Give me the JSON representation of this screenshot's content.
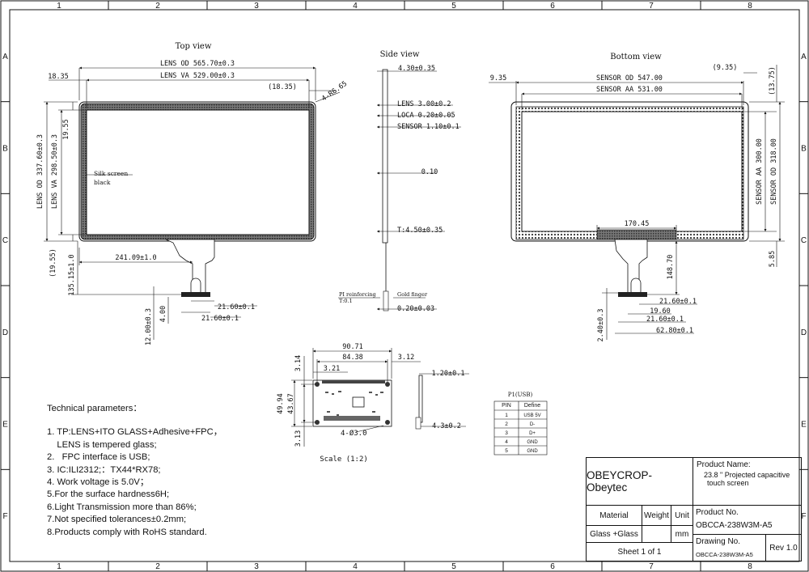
{
  "frame": {
    "col_numbers": [
      "1",
      "2",
      "3",
      "4",
      "5",
      "6",
      "7",
      "8"
    ],
    "row_letters": [
      "A",
      "B",
      "C",
      "D",
      "E",
      "F"
    ]
  },
  "top_view": {
    "title": "Top view",
    "lens_od": "LENS OD 565.70±0.3",
    "lens_va": "LENS VA 529.00±0.3",
    "left_margin": "18.35",
    "right_margin": "(18.35)",
    "radius": "4-R6.65",
    "height_od": "LENS OD 337.60±0.3",
    "height_va": "LENS VA 298.50±0.3",
    "top_margin": "19.55",
    "bottom_margin": "(19.55)",
    "silk_screen": "Silk screen",
    "silk_color": "black",
    "fpc_offset": "241.09±1.0",
    "fpc_length": "135.15±1.0",
    "fpc_width_a": "21.60±0.1",
    "fpc_width_b": "21.60±0.1",
    "fpc_h1": "4.00",
    "fpc_h2": "12.00±0.3"
  },
  "side_view": {
    "title": "Side view",
    "total": "4.30±0.35",
    "lens": "LENS 3.00±0.2",
    "loca": "LOCA 0.20±0.05",
    "sensor": "SENSOR 1.10±0.1",
    "gap": "0.10",
    "t_total": "T:4.50±0.35",
    "pi_reinforcing": "PI reinforcing",
    "pi_t": "T:0.1",
    "gold_finger": "Gold finger",
    "finger_t": "0.20±0.03"
  },
  "bottom_view": {
    "title": "Bottom view",
    "sensor_od": "SENSOR OD 547.00",
    "sensor_aa": "SENSOR AA 531.00",
    "left_margin": "9.35",
    "right_margin": "(9.35)",
    "top_margin": "(13.75)",
    "height_aa": "SENSOR AA 300.00",
    "height_od": "SENSOR OD 318.00",
    "bottom_margin": "5.85",
    "bond_width": "170.45",
    "fpc_length": "148.70",
    "w1": "21.60±0.1",
    "w2": "19.60",
    "w3": "21.60±0.1",
    "w4": "62.80±0.1",
    "h1": "2.40±0.3"
  },
  "pcb": {
    "w_total": "90.71",
    "w_inner": "84.38",
    "w_right": "3.12",
    "w_left": "3.21",
    "h_top": "3.14",
    "h_total": "49.94",
    "h_inner": "43.67",
    "h_bottom": "3.13",
    "holes": "4-Ø3.0",
    "thick": "1.20±0.1",
    "tail": "4.3±0.2",
    "scale": "Scale (1:2)"
  },
  "pin_table": {
    "caption": "P1(USB)",
    "headers": [
      "PIN",
      "Define"
    ],
    "rows": [
      [
        "1",
        "USB 5V"
      ],
      [
        "2",
        "D-"
      ],
      [
        "3",
        "D+"
      ],
      [
        "4",
        "GND"
      ],
      [
        "5",
        "GND"
      ]
    ]
  },
  "tech": {
    "title": "Technical parameters：",
    "lines": [
      "1. TP:LENS+ITO GLASS+Adhesive+FPC，",
      "    LENS is tempered glass;",
      "2.   FPC interface is USB;",
      "3. IC:ILI2312;：TX44*RX78;",
      "4. Work voltage is 5.0V；",
      "5.For the surface hardness6H;",
      "6.Light Transmission more than 86%;",
      "7.Not specified tolerances±0.2mm;",
      "8.Products comply with RoHS standard."
    ]
  },
  "title_block": {
    "company": "OBEYCROP-Obeytec",
    "product_name_label": "Product Name:",
    "product_name_1": "23.8 \" Projected capacitive",
    "product_name_2": "touch screen",
    "material_label": "Material",
    "weight_label": "Weight",
    "unit_label": "Unit",
    "product_no_label": "Product No.",
    "product_no": "OBCCA-238W3M-A5",
    "material": "Glass +Glass",
    "unit": "mm",
    "drawing_no_label": "Drawing No.",
    "drawing_no": "OBCCA-238W3M-A5",
    "sheet": "Sheet 1 of 1",
    "rev": "Rev 1.0"
  }
}
